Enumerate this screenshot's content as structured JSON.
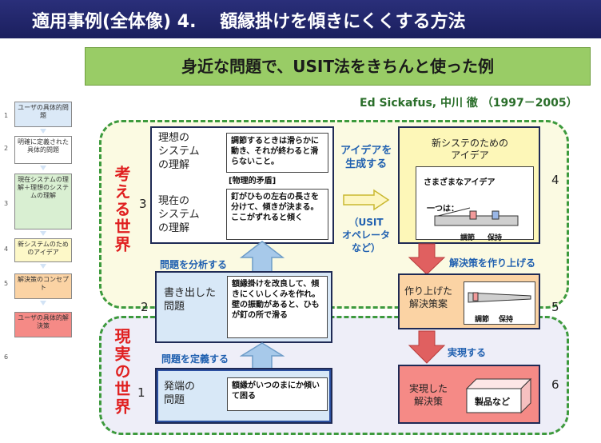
{
  "title": "適用事例(全体像) 4.　 額縁掛けを傾きにくくする方法",
  "subtitle": "身近な問題で、USIT法をきちんと使った例",
  "credit": "Ed Sickafus, 中川 徹 （1997－2005）",
  "steps": [
    {
      "num": "1",
      "text": "ユーザの具体的問題"
    },
    {
      "num": "2",
      "text": "明確に定義された具体的問題"
    },
    {
      "num": "3",
      "text": "現在システムの理解＋理想のシステムの理解"
    },
    {
      "num": "4",
      "text": "新システムのためのアイデア"
    },
    {
      "num": "5",
      "text": "解決策のコンセプト"
    },
    {
      "num": "",
      "text": "ユーザの具体的解決策"
    },
    {
      "num": "6",
      "text": ""
    }
  ],
  "zones": {
    "think": "考える世界",
    "real": "現実の世界"
  },
  "box3": {
    "num": "3",
    "ideal_label": "理想の\nシステム\nの理解",
    "ideal_text": "調節するときは滑らかに動き、それが終わると滑らないこと。",
    "ideal_note": "[物理的矛盾]",
    "current_label": "現在の\nシステム\nの理解",
    "current_text": "釘がひもの左右の長さを分けて、傾きが決まる。ここがずれると傾く"
  },
  "box2": {
    "num": "2",
    "label": "書き出した\n問題",
    "text": "額縁掛けを改良して、傾きにくいしくみを作れ。壁の振動があると、ひもが釘の所で滑る"
  },
  "box1": {
    "num": "1",
    "label": "発端の\n問題",
    "text": "額縁がいつのまにか傾いて困る"
  },
  "box4": {
    "num": "4",
    "title": "新システのための\nアイデア",
    "inner": "さまざまなアイデア",
    "part": "一つは：",
    "cap1": "調節",
    "cap2": "保持"
  },
  "box5": {
    "num": "5",
    "label": "作り上げた\n解決策案",
    "cap1": "調節",
    "cap2": "保持"
  },
  "box6": {
    "num": "6",
    "label": "実現した\n解決策",
    "product": "製品など"
  },
  "labels": {
    "analyze": "問題を分析する",
    "define": "問題を定義する",
    "generate": "アイデアを\n生成する",
    "usit": "（USIT\nオペレータ\nなど）",
    "build": "解決策を作り上げる",
    "realize": "実現する"
  },
  "colors": {
    "title_bg": "#1b1f5e",
    "subtitle_bg": "#99cc66",
    "zone_border": "#3d9a3d",
    "think_red": "#e02020",
    "label_blue": "#2060b0",
    "arrow_red": "#e06060",
    "arrow_blue": "#a7c9ea"
  }
}
